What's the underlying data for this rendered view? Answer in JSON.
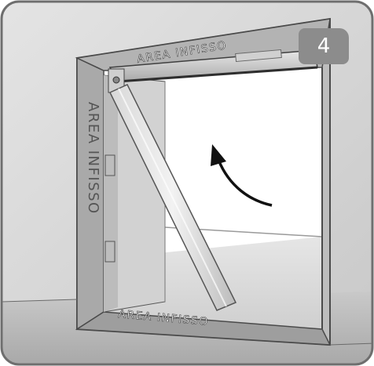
{
  "step_number": "4",
  "labels": {
    "top": "AREA INFISSO",
    "left": "AREA INFISSO",
    "bottom": "AREA INFISSO"
  },
  "colors": {
    "wall": "#d6d6d6",
    "floor": "#b8b8b8",
    "badge": "#8c8c8c",
    "outline": "#555555"
  },
  "icons": {
    "direction": "curved-arrow-icon"
  }
}
